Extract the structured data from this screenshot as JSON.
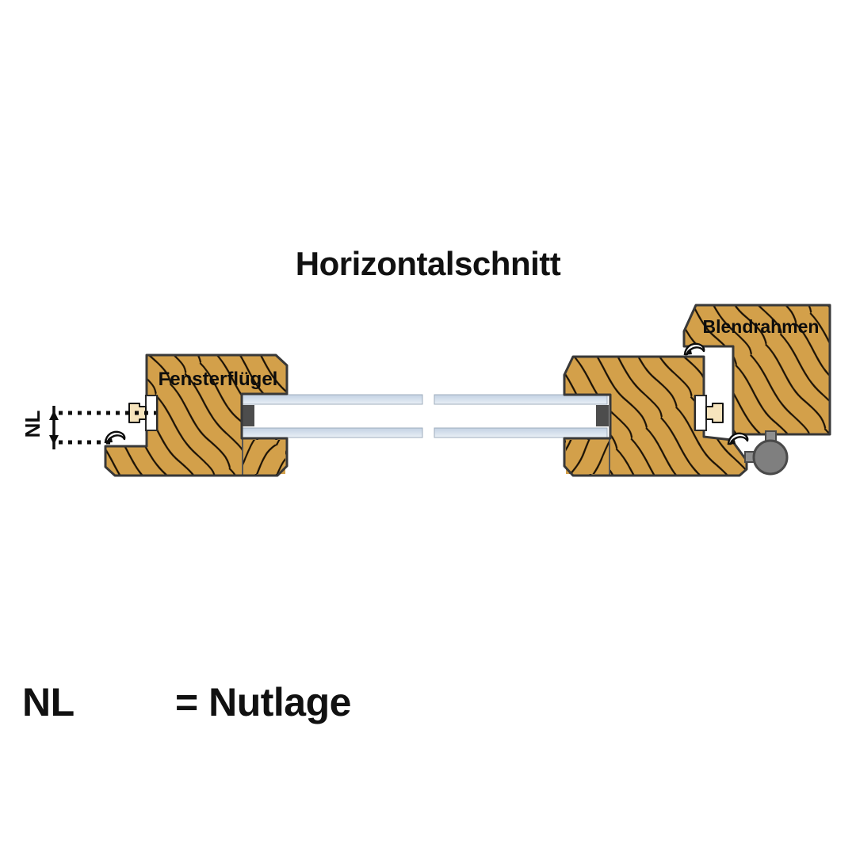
{
  "title": "Horizontalschnitt",
  "diagram": {
    "labels": {
      "sash": "Fensterflügel",
      "frame": "Blendrahmen",
      "dimension": "NL"
    },
    "legend": {
      "term": "NL",
      "definition": "= Nutlage"
    }
  },
  "colors": {
    "background": "#ffffff",
    "wood": "#d3a04a",
    "wood_outline": "#383838",
    "grain_line": "#1b1206",
    "glass_top": "#c3d2e3",
    "glass_mid": "#d4dfec",
    "glass_bottom": "#eaf0f6",
    "glass_border": "#9fadbd",
    "glazing_block": "#4d4d4d",
    "hardware_fill": "#f6e4bd",
    "plate_fill": "#ffffff",
    "roller_fill": "#7f7f7f",
    "roller_stem": "#8f8f8f",
    "roller_outline": "#4a4a4a",
    "seal_outline": "#0d0d0d",
    "annotation": "#0d0d0d"
  }
}
